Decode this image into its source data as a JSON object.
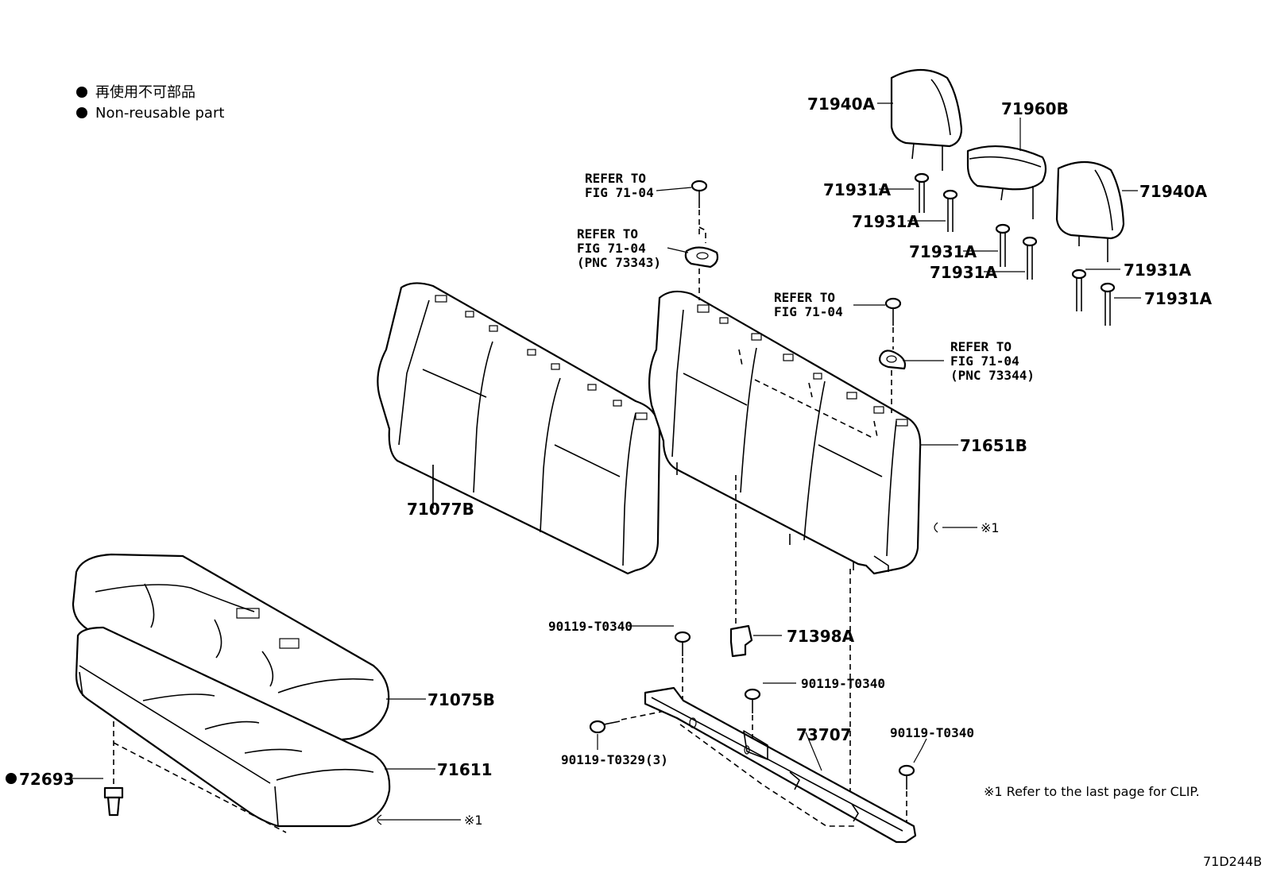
{
  "legend": [
    {
      "text": "再使用不可部品"
    },
    {
      "text": "Non-reusable part"
    }
  ],
  "callouts": {
    "c71940A_left": "71940A",
    "c71960B": "71960B",
    "c71940A_right": "71940A",
    "c71931A_1": "71931A",
    "c71931A_2": "71931A",
    "c71931A_3": "71931A",
    "c71931A_4": "71931A",
    "c71931A_5": "71931A",
    "c71931A_6": "71931A",
    "c71077B": "71077B",
    "c71651B": "71651B",
    "c71075B": "71075B",
    "c71611": "71611",
    "c72693": "72693",
    "c71398A": "71398A",
    "c73707": "73707",
    "c90119_1": "90119-T0340",
    "c90119_2": "90119-T0340",
    "c90119_3": "90119-T0340",
    "c90119_T0329": "90119-T0329(3)",
    "clip_mark_1": "※1",
    "clip_mark_2": "※1"
  },
  "refs": {
    "ref1_l1": "REFER TO",
    "ref1_l2": "FIG 71-04",
    "ref2_l1": "REFER TO",
    "ref2_l2": "FIG 71-04",
    "ref2_l3": "(PNC 73343)",
    "ref3_l1": "REFER TO",
    "ref3_l2": "FIG 71-04",
    "ref4_l1": "REFER TO",
    "ref4_l2": "FIG 71-04",
    "ref4_l3": "(PNC 73344)"
  },
  "notes": {
    "clip_note": "※1  Refer to the last page for CLIP.",
    "figure_code": "71D244B"
  }
}
